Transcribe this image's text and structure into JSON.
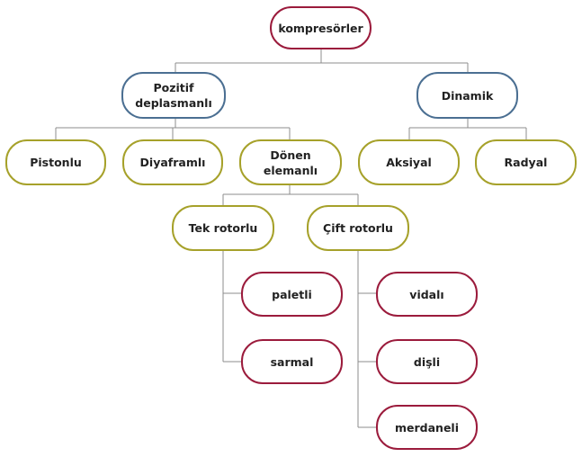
{
  "colors": {
    "red": "#9b1b3c",
    "blue": "#4b6f92",
    "olive": "#a6a12a",
    "connector": "#8c8c8c"
  },
  "nodes": {
    "root": {
      "label": "kompresörler",
      "color": "red"
    },
    "positive": {
      "label": "Pozitif deplasmanlı",
      "color": "blue"
    },
    "dynamic": {
      "label": "Dinamik",
      "color": "blue"
    },
    "piston": {
      "label": "Pistonlu",
      "color": "olive"
    },
    "diaphragm": {
      "label": "Diyaframlı",
      "color": "olive"
    },
    "rotating": {
      "label": "Dönen elemanlı",
      "color": "olive"
    },
    "axial": {
      "label": "Aksiyal",
      "color": "olive"
    },
    "radial": {
      "label": "Radyal",
      "color": "olive"
    },
    "single_rotor": {
      "label": "Tek rotorlu",
      "color": "olive"
    },
    "twin_rotor": {
      "label": "Çift rotorlu",
      "color": "olive"
    },
    "vane": {
      "label": "paletli",
      "color": "red"
    },
    "scroll": {
      "label": "sarmal",
      "color": "red"
    },
    "screw": {
      "label": "vidalı",
      "color": "red"
    },
    "gear": {
      "label": "dişli",
      "color": "red"
    },
    "lobe": {
      "label": "merdaneli",
      "color": "red"
    }
  }
}
